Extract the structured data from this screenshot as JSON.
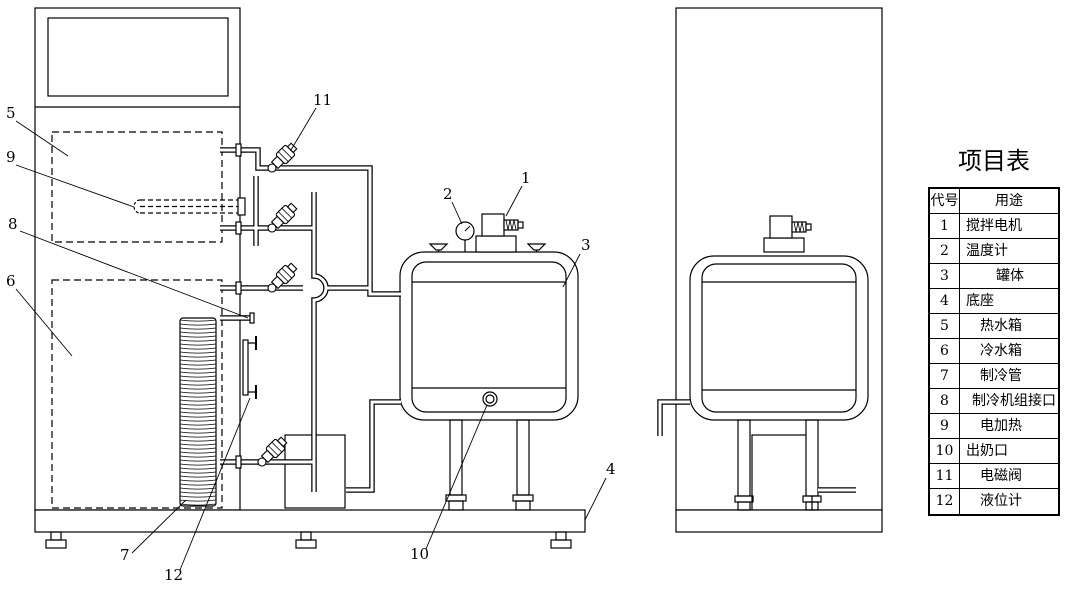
{
  "diagram": {
    "callouts": [
      "1",
      "2",
      "3",
      "4",
      "5",
      "6",
      "7",
      "8",
      "9",
      "10",
      "11",
      "12"
    ]
  },
  "table": {
    "title": "项目表",
    "headers": {
      "code": "代号",
      "use": "用途"
    },
    "rows": [
      {
        "code": "1",
        "use": "搅拌电机"
      },
      {
        "code": "2",
        "use": "温度计"
      },
      {
        "code": "3",
        "use": "罐体"
      },
      {
        "code": "4",
        "use": "底座"
      },
      {
        "code": "5",
        "use": "热水箱"
      },
      {
        "code": "6",
        "use": "冷水箱"
      },
      {
        "code": "7",
        "use": "制冷管"
      },
      {
        "code": "8",
        "use": "制冷机组接口"
      },
      {
        "code": "9",
        "use": "电加热"
      },
      {
        "code": "10",
        "use": "出奶口"
      },
      {
        "code": "11",
        "use": "电磁阀"
      },
      {
        "code": "12",
        "use": "液位计"
      }
    ]
  }
}
